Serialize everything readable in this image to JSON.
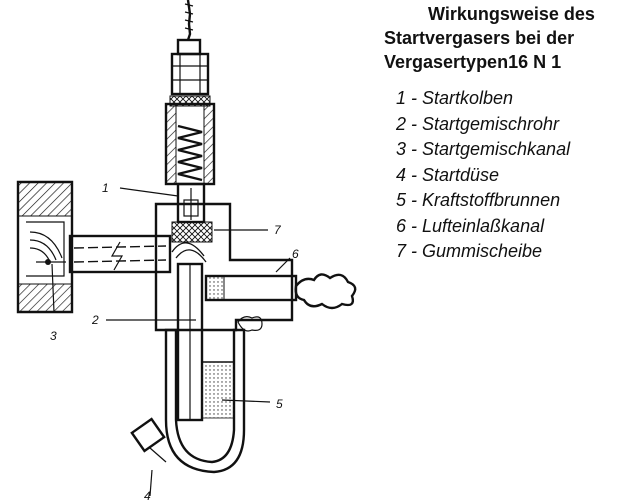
{
  "title": {
    "line1": "Wirkungsweise des",
    "line2": "Startvergasers bei der",
    "line3": "Vergasertypen16 N 1"
  },
  "legend": [
    "1 - Startkolben",
    "2 - Startgemischrohr",
    "3 - Startgemischkanal",
    "4 - Startdüse",
    "5 - Kraftstoffbrunnen",
    "6 - Lufteinlaßkanal",
    "7 - Gummischeibe"
  ],
  "callouts": {
    "n1": "1",
    "n2": "2",
    "n3": "3",
    "n4": "4",
    "n5": "5",
    "n6": "6",
    "n7": "7"
  }
}
